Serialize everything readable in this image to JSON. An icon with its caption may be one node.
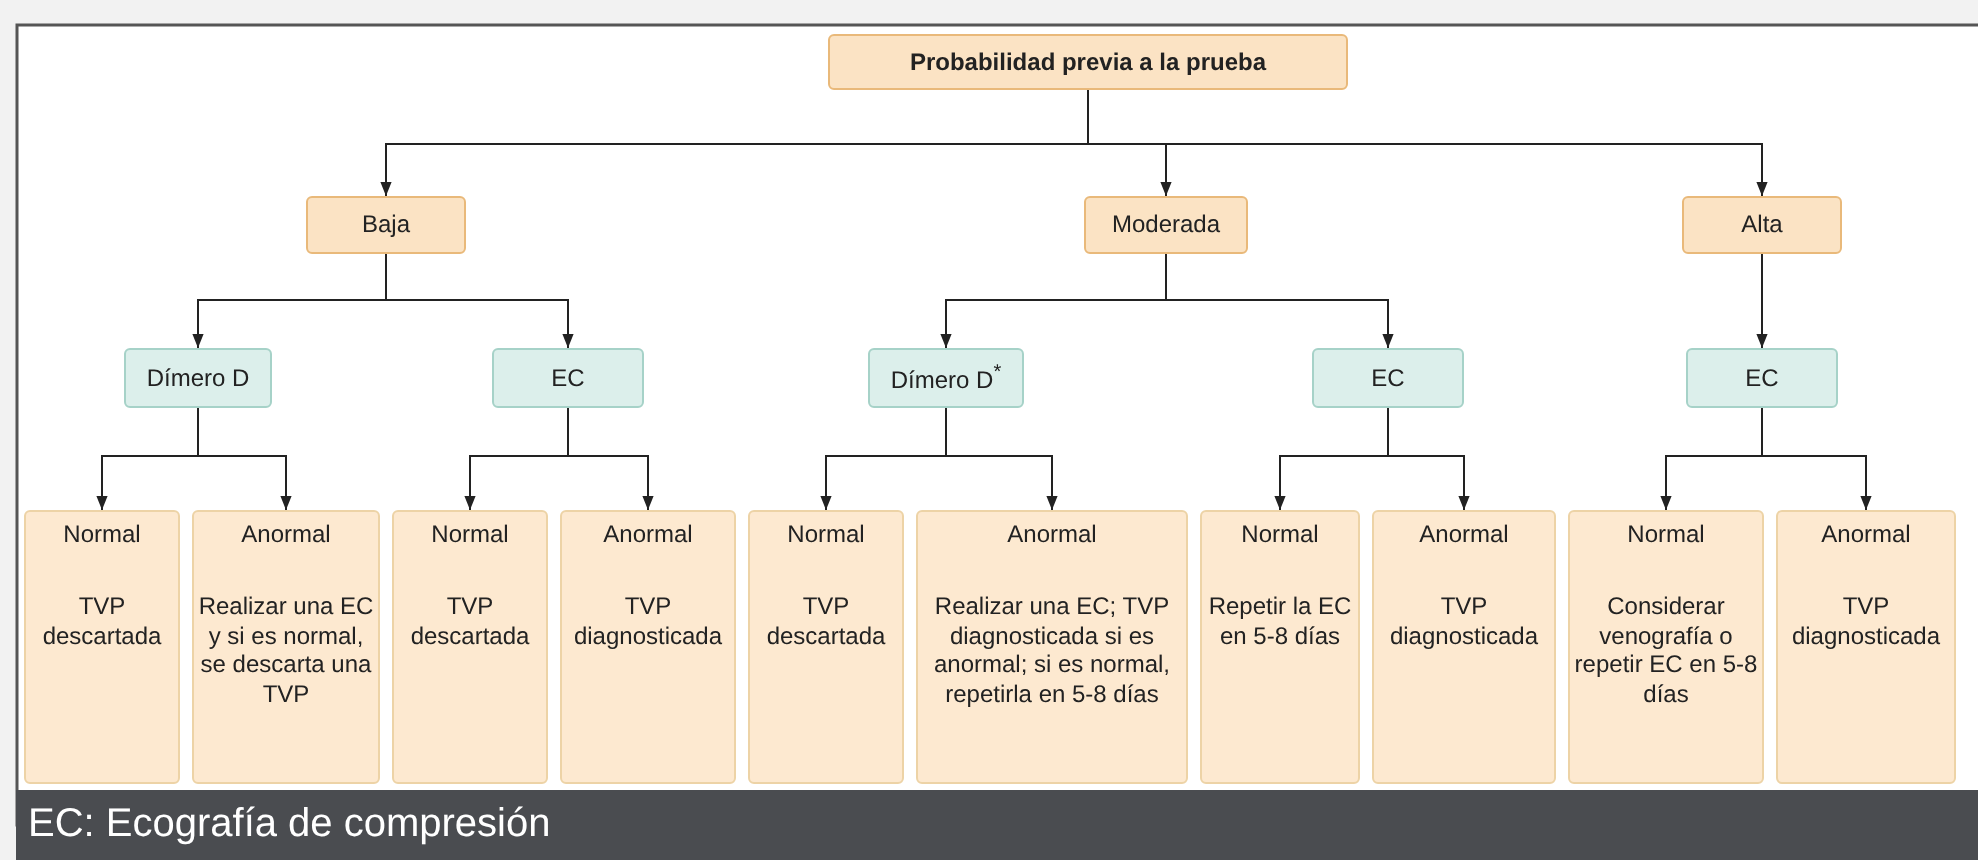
{
  "diagram": {
    "caption": "EC: Ecografía de compresión",
    "nodes": [
      {
        "text": [
          "Probabilidad previa a la prueba"
        ]
      },
      {
        "text": [
          "Baja"
        ]
      },
      {
        "text": [
          "Moderada"
        ]
      },
      {
        "text": [
          "Alta"
        ]
      },
      {
        "text": [
          "Dímero D"
        ]
      },
      {
        "text": [
          "EC"
        ]
      },
      {
        "text": [
          "Dímero D$^{*}$"
        ]
      },
      {
        "text": [
          "EC"
        ]
      },
      {
        "text": [
          "EC"
        ]
      },
      {
        "text": [
          "Normal",
          "TVP descartada"
        ]
      },
      {
        "text": [
          "Anormal",
          "Realizar una EC y si es normal, se descarta una TVP"
        ]
      },
      {
        "text": [
          "Normal",
          "TVP descartada"
        ]
      },
      {
        "text": [
          "Anormal",
          "TVP diagnosticada"
        ]
      },
      {
        "text": [
          "Normal",
          "TVP descartada"
        ]
      },
      {
        "text": [
          "Anormal",
          "Realizar una EC; TVP diagnosticada si es anormal; si es normal, repetirla en 5-8 días"
        ]
      },
      {
        "text": [
          "Normal",
          "Repetir la EC en 5-8 días"
        ]
      },
      {
        "text": [
          "Anormal",
          "TVP diagnosticada"
        ]
      },
      {
        "text": [
          "Normal",
          "Considerar venografía o repetir EC en 5-8 días"
        ]
      },
      {
        "text": [
          "Anormal",
          "TVP diagnosticada"
        ]
      }
    ],
    "edges": [
      {
        "from": 0,
        "to": 1,
        "arrow": "to"
      },
      {
        "from": 0,
        "to": 2,
        "arrow": "to"
      },
      {
        "from": 0,
        "to": 3,
        "arrow": "to"
      },
      {
        "from": 1,
        "to": 4,
        "arrow": "to"
      },
      {
        "from": 1,
        "to": 5,
        "arrow": "to"
      },
      {
        "from": 2,
        "to": 6,
        "arrow": "to"
      },
      {
        "from": 2,
        "to": 7,
        "arrow": "to"
      },
      {
        "from": 3,
        "to": 8,
        "arrow": "to"
      },
      {
        "from": 4,
        "to": 9,
        "arrow": "to"
      },
      {
        "from": 4,
        "to": 10,
        "arrow": "to"
      },
      {
        "from": 5,
        "to": 11,
        "arrow": "to"
      },
      {
        "from": 5,
        "to": 12,
        "arrow": "to"
      },
      {
        "from": 6,
        "to": 13,
        "arrow": "to"
      },
      {
        "from": 6,
        "to": 14,
        "arrow": "to"
      },
      {
        "from": 7,
        "to": 15,
        "arrow": "to"
      },
      {
        "from": 7,
        "to": 16,
        "arrow": "to"
      },
      {
        "from": 8,
        "to": 17,
        "arrow": "to"
      },
      {
        "from": 8,
        "to": 18,
        "arrow": "to"
      }
    ]
  }
}
